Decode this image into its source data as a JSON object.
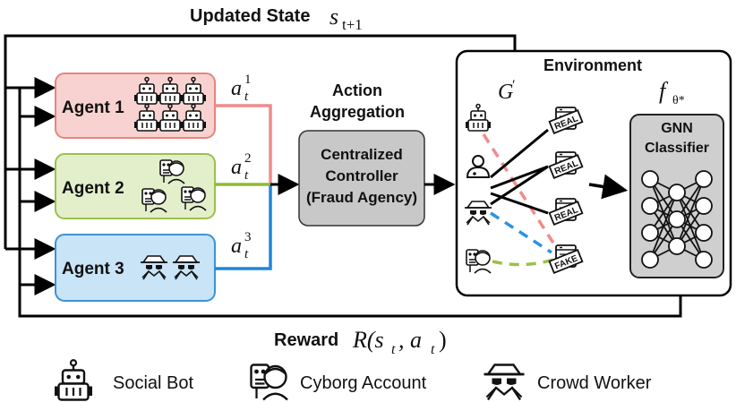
{
  "top": {
    "label": "Updated State",
    "symbol": "s",
    "subscript": "t+1"
  },
  "bottom": {
    "label": "Reward",
    "formula": "R(s",
    "formula_sub1": "t",
    "formula_mid": ", a",
    "formula_sub2": "t",
    "formula_end": ")"
  },
  "agents": [
    {
      "label": "Agent 1",
      "action": "a",
      "sub": "t",
      "sup": "1",
      "fill": "#f8d2d0",
      "stroke": "#e8837e",
      "line": "#f08a8a"
    },
    {
      "label": "Agent 2",
      "action": "a",
      "sub": "t",
      "sup": "2",
      "fill": "#e3efcb",
      "stroke": "#9cc04a",
      "line": "#8fbc2f"
    },
    {
      "label": "Agent 3",
      "action": "a",
      "sub": "t",
      "sup": "3",
      "fill": "#c9e3f7",
      "stroke": "#3a93d8",
      "line": "#1f86dc"
    }
  ],
  "aggregation": {
    "title_line1": "Action",
    "title_line2": "Aggregation"
  },
  "controller": {
    "line1": "Centralized",
    "line2": "Controller",
    "line3": "(Fraud Agency)"
  },
  "environment": {
    "title": "Environment",
    "graph_symbol": "G",
    "graph_prime": "′",
    "f_symbol": "f",
    "f_sub": "θ*"
  },
  "classifier": {
    "line1": "GNN",
    "line2": "Classifier"
  },
  "reviews": [
    "REAL",
    "REAL",
    "REAL",
    "FAKE"
  ],
  "legend": [
    {
      "label": "Social Bot",
      "icon": "robot-icon"
    },
    {
      "label": "Cyborg Account",
      "icon": "cyborg-icon"
    },
    {
      "label": "Crowd Worker",
      "icon": "spy-icon"
    }
  ],
  "colors": {
    "gray_box": "#c8c8c8",
    "classifier_box": "#cfcfcf"
  }
}
